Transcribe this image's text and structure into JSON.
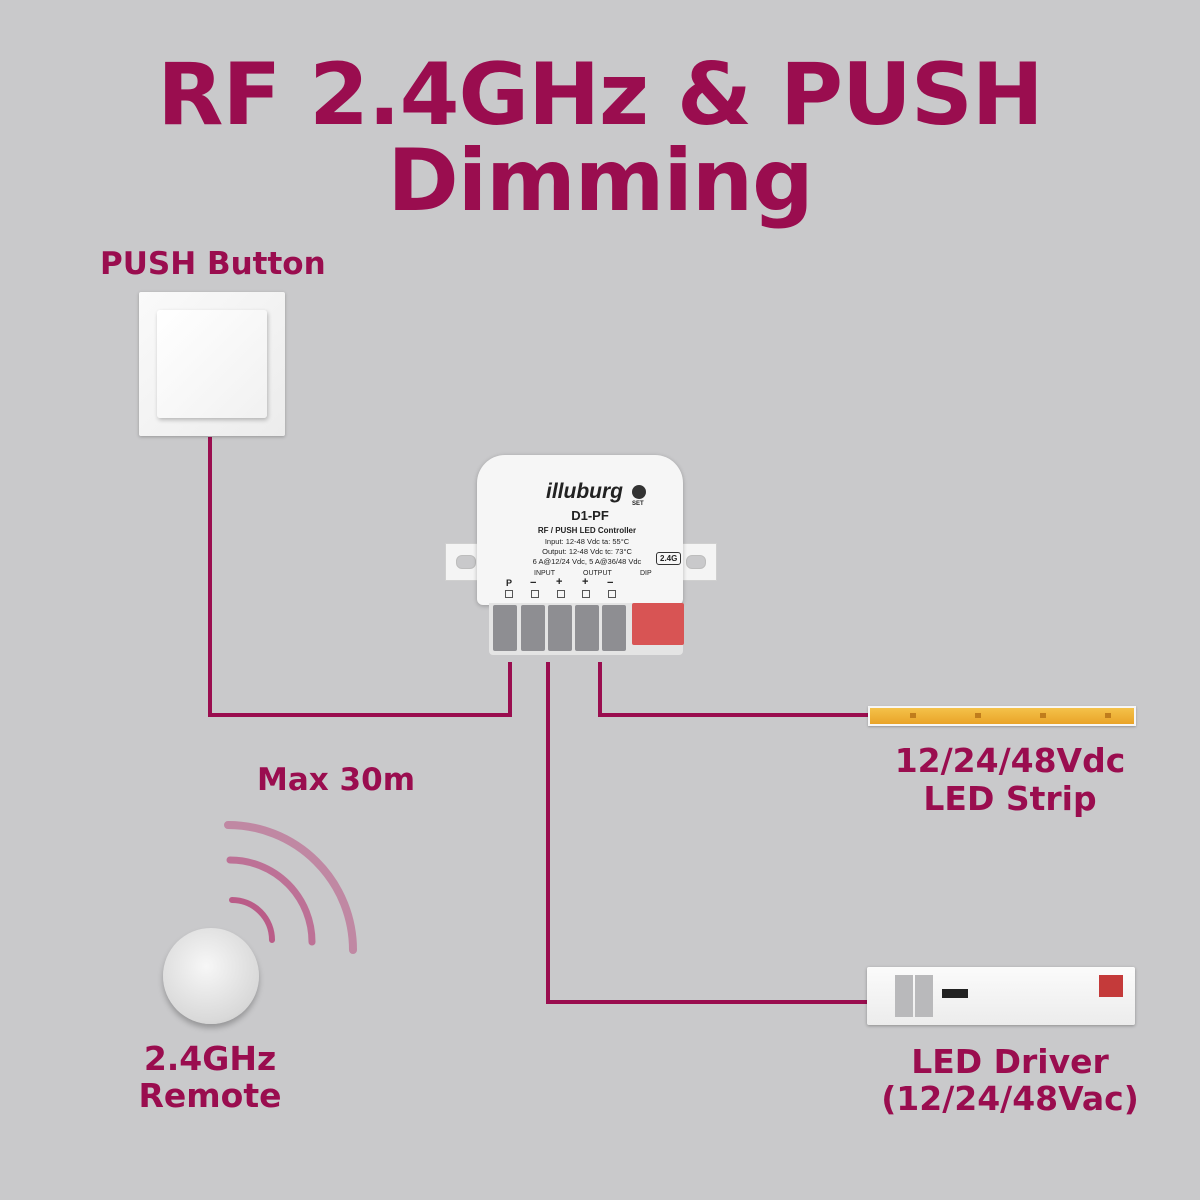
{
  "header": {
    "title_line1": "RF 2.4GHz & PUSH",
    "title_line2": "Dimming"
  },
  "push_button": {
    "label": "PUSH Button"
  },
  "distance": {
    "label": "Max 30m"
  },
  "remote": {
    "line1": "2.4GHz",
    "line2": "Remote"
  },
  "strip": {
    "line1": "12/24/48Vdc",
    "line2": "LED Strip"
  },
  "driver": {
    "line1": "LED Driver",
    "line2": "(12/24/48Vac)"
  },
  "controller": {
    "brand": "illuburg",
    "model": "D1-PF",
    "name": "RF / PUSH LED Controller",
    "spec1": "Input: 12-48 Vdc    ta: 55°C",
    "spec2": "Output: 12-48 Vdc    tc: 73°C",
    "spec3": "6 A@12/24 Vdc, 5 A@36/48 Vdc",
    "badge": "2.4G",
    "set_label": "SET",
    "input_label": "INPUT",
    "output_label": "OUTPUT",
    "dip_label": "DIP",
    "term_p": "P",
    "term_in_minus": "−",
    "term_in_plus": "+",
    "term_out_plus": "+",
    "term_out_minus": "−"
  },
  "colors": {
    "accent": "#9a0d4f",
    "background": "#c9c9cb",
    "wire": "#9a0d4f"
  }
}
